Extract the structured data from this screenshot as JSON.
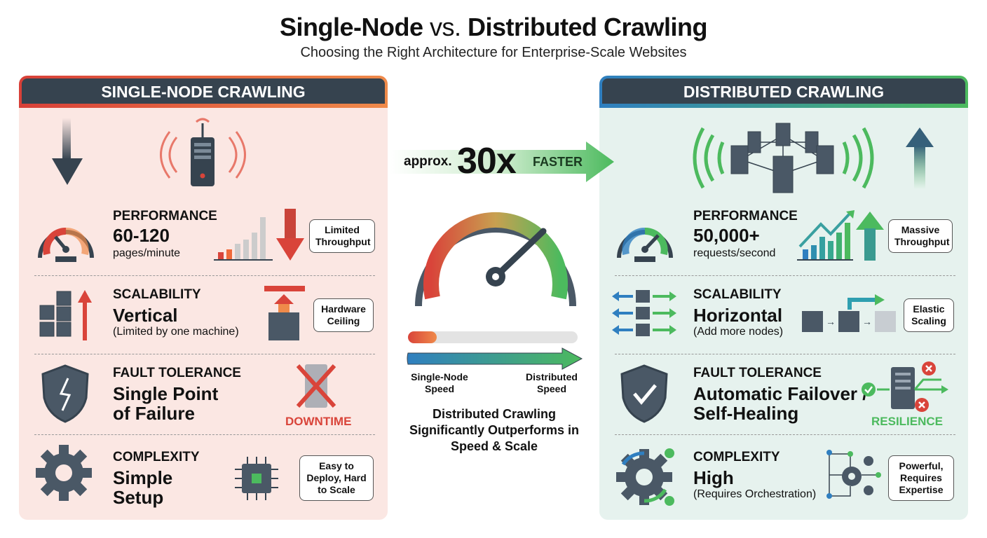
{
  "title": {
    "part1": "Single-Node",
    "vs": "vs.",
    "part2": "Distributed Crawling"
  },
  "subtitle": "Choosing the Right Architecture for Enterprise-Scale Websites",
  "left": {
    "header": "SINGLE-NODE CRAWLING",
    "performance": {
      "category": "PERFORMANCE",
      "value": "60-120",
      "unit": "pages/minute",
      "note": "Limited Throughput"
    },
    "scalability": {
      "category": "SCALABILITY",
      "value": "Vertical",
      "detail": "(Limited by one machine)",
      "note": "Hardware Ceiling"
    },
    "fault": {
      "category": "FAULT TOLERANCE",
      "value_line1": "Single Point",
      "value_line2": "of Failure",
      "tag": "DOWNTIME"
    },
    "complexity": {
      "category": "COMPLEXITY",
      "value_line1": "Simple",
      "value_line2": "Setup",
      "note": "Easy to Deploy, Hard to Scale"
    }
  },
  "right": {
    "header": "DISTRIBUTED CRAWLING",
    "performance": {
      "category": "PERFORMANCE",
      "value": "50,000+",
      "unit": "requests/second",
      "note": "Massive Throughput"
    },
    "scalability": {
      "category": "SCALABILITY",
      "value": "Horizontal",
      "detail": "(Add more nodes)",
      "note": "Elastic Scaling"
    },
    "fault": {
      "category": "FAULT TOLERANCE",
      "value_line1": "Automatic Failover /",
      "value_line2": "Self-Healing",
      "tag": "RESILIENCE"
    },
    "complexity": {
      "category": "COMPLEXITY",
      "value": "High",
      "detail": "(Requires Orchestration)",
      "note": "Powerful, Requires Expertise"
    }
  },
  "center": {
    "approx": "approx.",
    "multiplier": "30x",
    "faster": "FASTER",
    "single_label": "Single-Node Speed",
    "dist_label": "Distributed Speed",
    "conclusion": "Distributed Crawling Significantly Outperforms in Speed & Scale",
    "single_speed_fraction": 0.17,
    "distributed_speed_fraction": 1.0
  },
  "colors": {
    "red": "#d9443a",
    "orange": "#ef8a4a",
    "green": "#4cba5e",
    "blue": "#2f7fc0",
    "dark": "#36434f"
  }
}
